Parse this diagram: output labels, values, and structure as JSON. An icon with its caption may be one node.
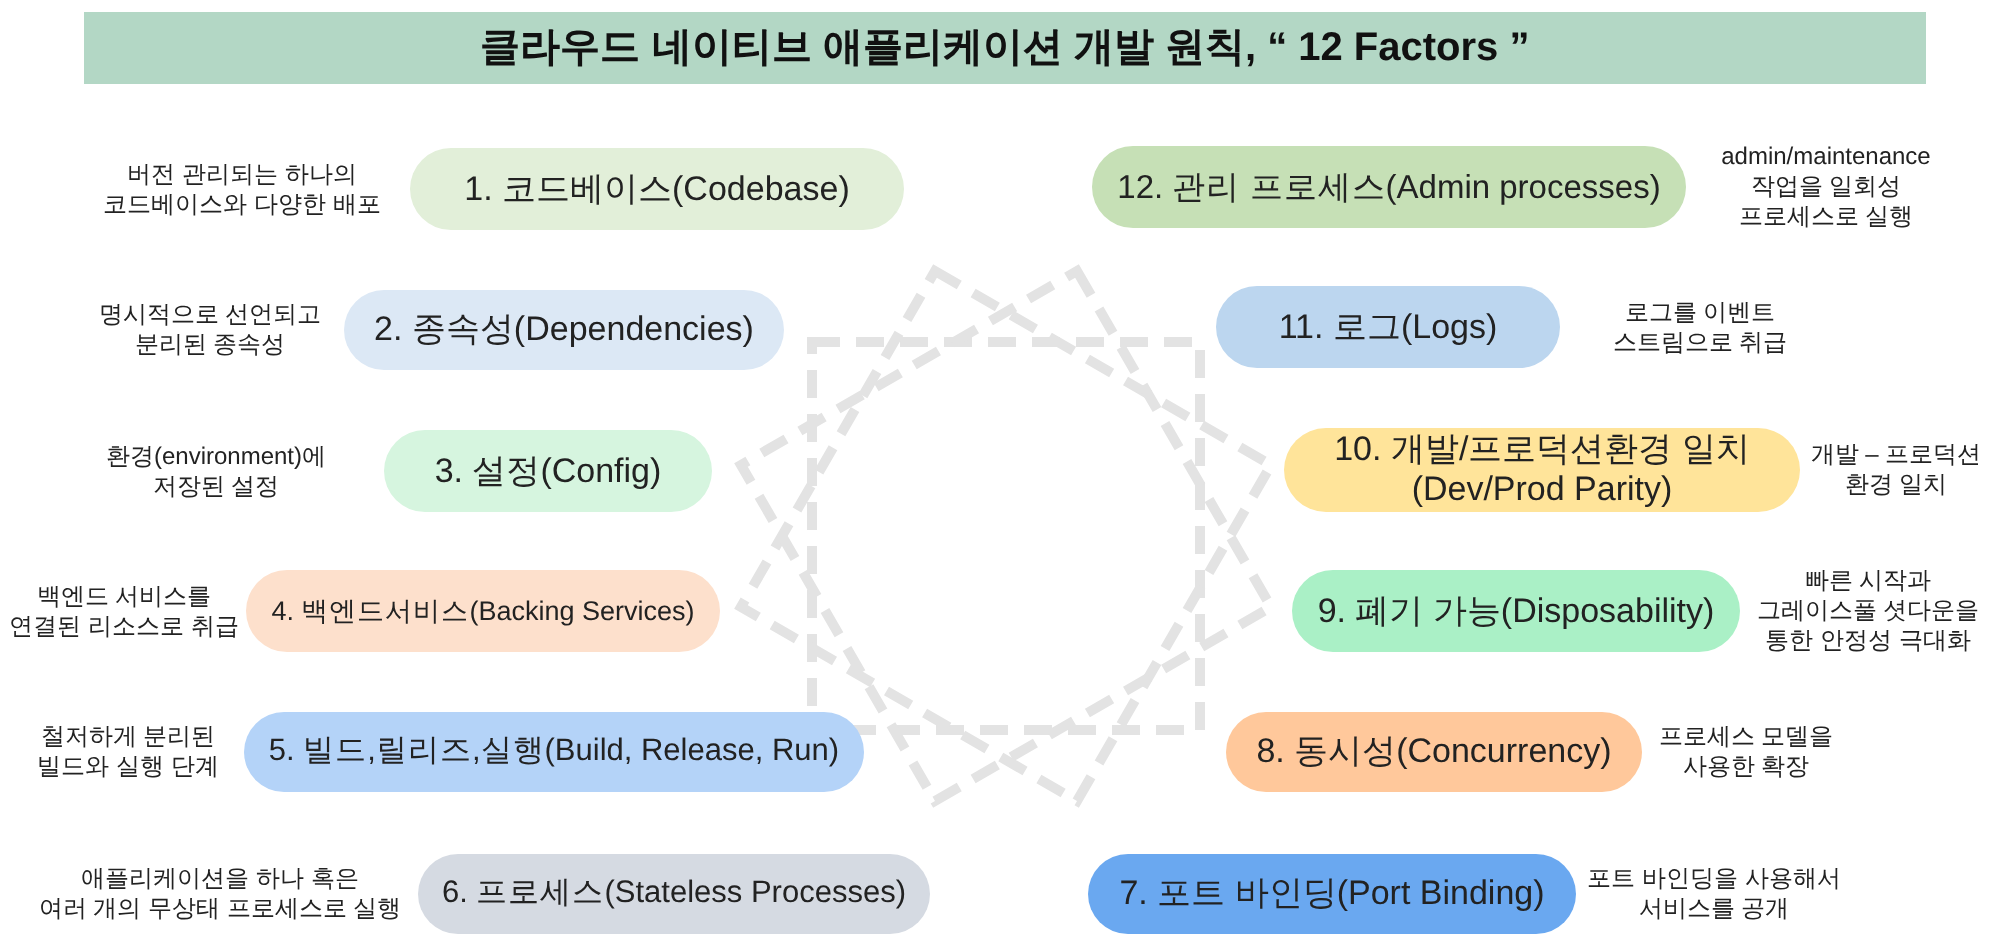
{
  "diagram": {
    "title": "클라우드 네이티브 애플리케이션 개발 원칙, “ 12 Factors ”",
    "nodes": [
      {
        "text": [
          "1. 코드베이스(Codebase)"
        ],
        "beside": [
          "버전 관리되는 하나의 코드베이스와 다양한 배포"
        ]
      },
      {
        "text": [
          "2. 종속성(Dependencies)"
        ],
        "beside": [
          "명시적으로 선언되고 분리된 종속성"
        ]
      },
      {
        "text": [
          "3. 설정(Config)"
        ],
        "beside": [
          "환경(environment)에 저장된 설정"
        ]
      },
      {
        "text": [
          "4. 백엔드서비스(Backing Services)"
        ],
        "beside": [
          "백엔드 서비스를 연결된 리소스로 취급"
        ]
      },
      {
        "text": [
          "5. 빌드,릴리즈,실행(Build, Release, Run)"
        ],
        "beside": [
          "철저하게 분리된 빌드와 실행 단계"
        ]
      },
      {
        "text": [
          "6. 프로세스(Stateless Processes)"
        ],
        "beside": [
          "애플리케이션을 하나 혹은 여러 개의 무상태 프로세스로 실행"
        ]
      },
      {
        "text": [
          "7. 포트 바인딩(Port Binding)"
        ],
        "beside": [
          "포트 바인딩을 사용해서 서비스를 공개"
        ]
      },
      {
        "text": [
          "8. 동시성(Concurrency)"
        ],
        "beside": [
          "프로세스 모델을 사용한 확장"
        ]
      },
      {
        "text": [
          "9. 폐기 가능(Disposability)"
        ],
        "beside": [
          "빠른 시작과 그레이스풀 셧다운을 통한 안정성 극대화"
        ]
      },
      {
        "text": [
          "10. 개발/프로덕션환경 일치 (Dev/Prod Parity)"
        ],
        "beside": [
          "개발 – 프로덕션 환경 일치"
        ]
      },
      {
        "text": [
          "11. 로그(Logs)"
        ],
        "beside": [
          "로그를 이벤트 스트림으로 취급"
        ]
      },
      {
        "text": [
          "12. 관리 프로세스(Admin processes)"
        ],
        "beside": [
          "admin/maintenance 작업을 일회성 프로세스로 실행"
        ]
      }
    ],
    "edges": []
  }
}
